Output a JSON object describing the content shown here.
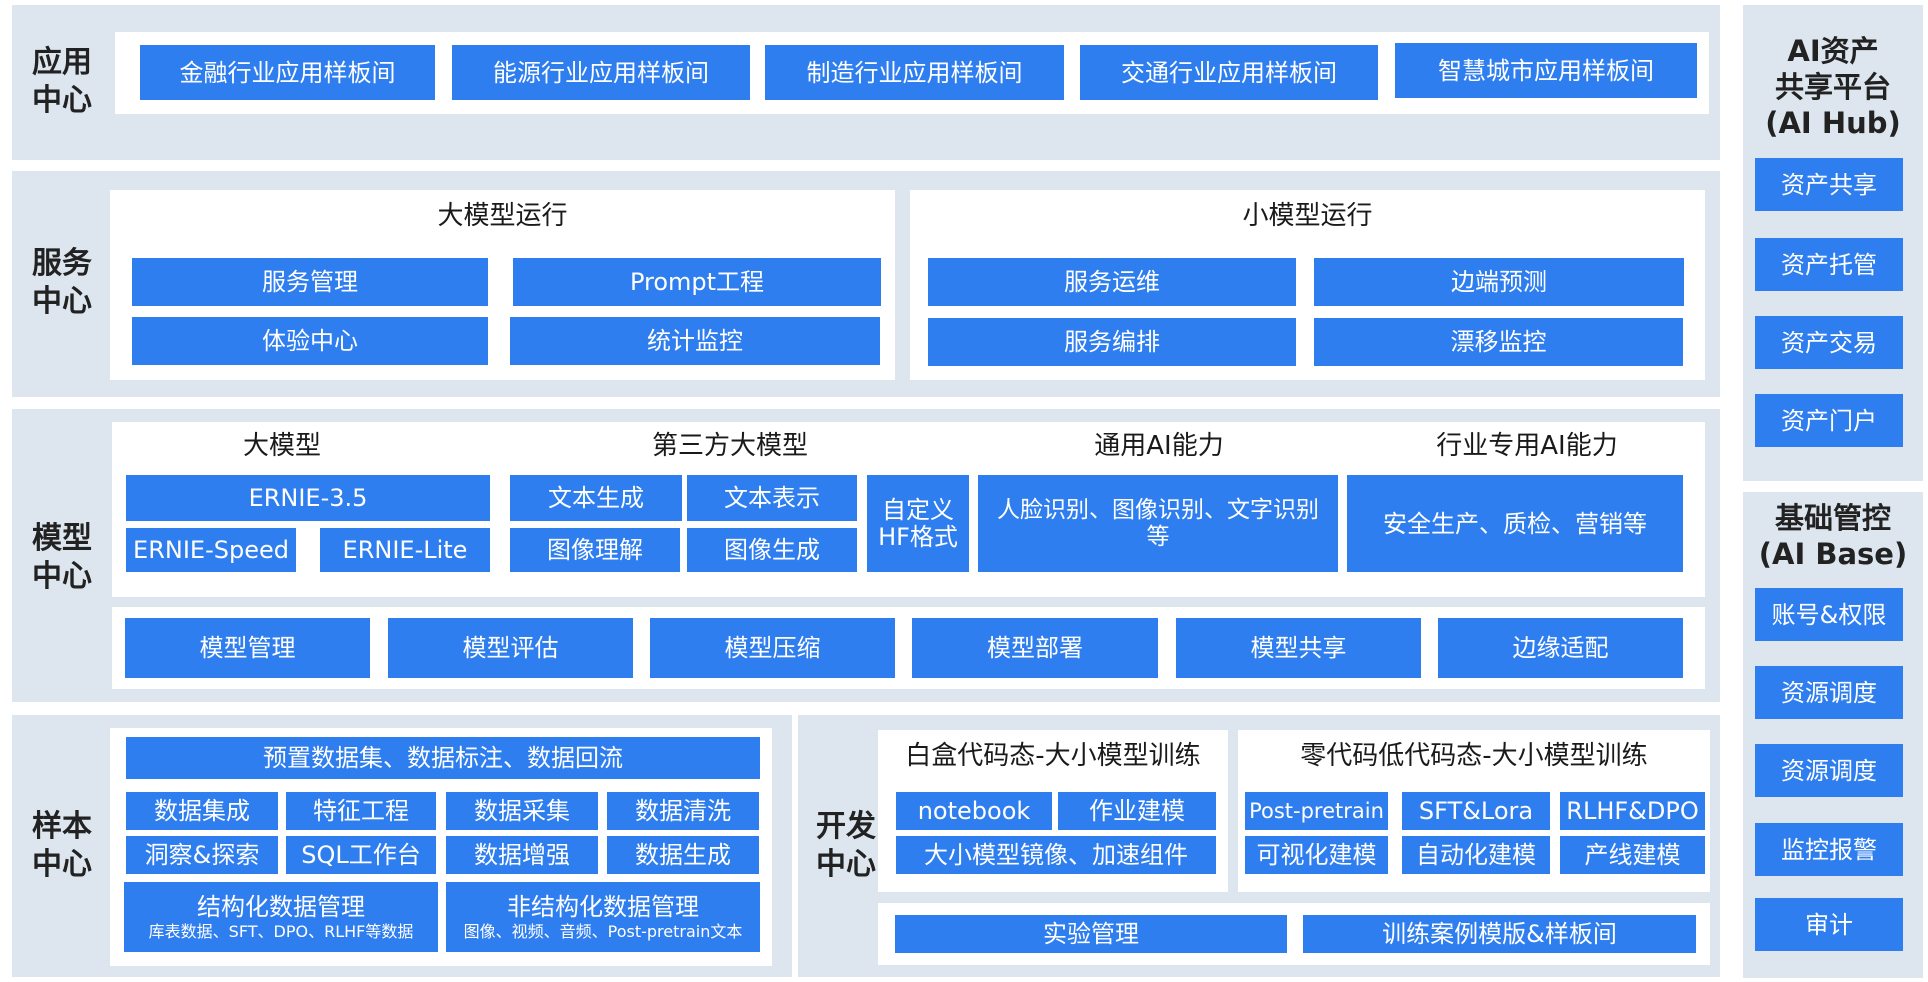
{
  "app": {
    "label": "应用\n中心",
    "items": [
      "金融行业应用样板间",
      "能源行业应用样板间",
      "制造行业应用样板间",
      "交通行业应用样板间",
      "智慧城市应用样板间"
    ]
  },
  "service": {
    "label": "服务\n中心",
    "large": {
      "title": "大模型运行",
      "items": [
        "服务管理",
        "Prompt工程",
        "体验中心",
        "统计监控"
      ]
    },
    "small": {
      "title": "小模型运行",
      "items": [
        "服务运维",
        "边端预测",
        "服务编排",
        "漂移监控"
      ]
    }
  },
  "model": {
    "label": "模型\n中心",
    "large": {
      "title": "大模型",
      "items": [
        "ERNIE-3.5",
        "ERNIE-Speed",
        "ERNIE-Lite"
      ]
    },
    "third": {
      "title": "第三方大模型",
      "items": [
        "文本生成",
        "文本表示",
        "图像理解",
        "图像生成"
      ],
      "custom": "自定义\nHF格式"
    },
    "general": {
      "title": "通用AI能力",
      "item": "人脸识别、图像识别、文字识别\n等"
    },
    "industry": {
      "title": "行业专用AI能力",
      "item": "安全生产、质检、营销等"
    },
    "ops": [
      "模型管理",
      "模型评估",
      "模型压缩",
      "模型部署",
      "模型共享",
      "边缘适配"
    ]
  },
  "sample": {
    "label": "样本\n中心",
    "top": "预置数据集、数据标注、数据回流",
    "grid": [
      "数据集成",
      "特征工程",
      "数据采集",
      "数据清洗",
      "洞察&探索",
      "SQL工作台",
      "数据增强",
      "数据生成"
    ],
    "structured": {
      "title": "结构化数据管理",
      "sub": "库表数据、SFT、DPO、RLHF等数据"
    },
    "unstructured": {
      "title": "非结构化数据管理",
      "sub": "图像、视频、音频、Post-pretrain文本"
    }
  },
  "dev": {
    "label": "开发\n中心",
    "whitebox": {
      "title": "白盒代码态-大小模型训练",
      "items": [
        "notebook",
        "作业建模"
      ],
      "wide": "大小模型镜像、加速组件"
    },
    "lowcode": {
      "title": "零代码低代码态-大小模型训练",
      "items": [
        "Post-pretrain",
        "SFT&Lora",
        "RLHF&DPO",
        "可视化建模",
        "自动化建模",
        "产线建模"
      ]
    },
    "bottom": [
      "实验管理",
      "训练案例模版&样板间"
    ]
  },
  "hub": {
    "title": "AI资产\n共享平台\n(AI Hub)",
    "items": [
      "资产共享",
      "资产托管",
      "资产交易",
      "资产门户"
    ]
  },
  "base": {
    "title": "基础管控\n(AI Base)",
    "items": [
      "账号&权限",
      "资源调度",
      "资源调度",
      "监控报警",
      "审计"
    ]
  },
  "colors": {
    "band": "#dde6ef",
    "box": "#2f7ef0"
  }
}
